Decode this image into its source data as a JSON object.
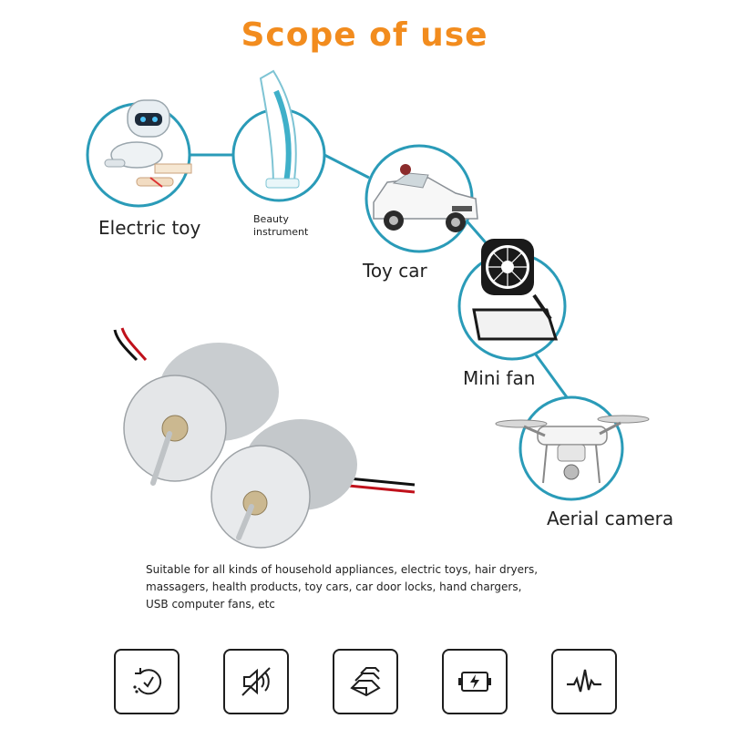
{
  "header": {
    "title": "Scope of use"
  },
  "colors": {
    "title": "#F28C1E",
    "accent": "#2A9BB8",
    "connector": "#2A9BB8",
    "icon_stroke": "#1E1E1E"
  },
  "applications": [
    {
      "label": "Electric toy",
      "icon": "robot-icon"
    },
    {
      "label": "Beauty instrument",
      "icon": "beauty-instrument-icon"
    },
    {
      "label": "Toy car",
      "icon": "toy-car-icon"
    },
    {
      "label": "Mini fan",
      "icon": "mini-fan-icon"
    },
    {
      "label": "Aerial camera",
      "icon": "drone-icon"
    }
  ],
  "description": "Suitable for all kinds of household appliances, electric toys, hair dryers, massagers, health products, toy cars, car door locks, hand chargers, USB computer fans, etc",
  "features": [
    {
      "icon": "rotation-icon"
    },
    {
      "icon": "low-noise-icon"
    },
    {
      "icon": "durable-metal-icon"
    },
    {
      "icon": "battery-power-icon"
    },
    {
      "icon": "pulse-wave-icon"
    }
  ]
}
